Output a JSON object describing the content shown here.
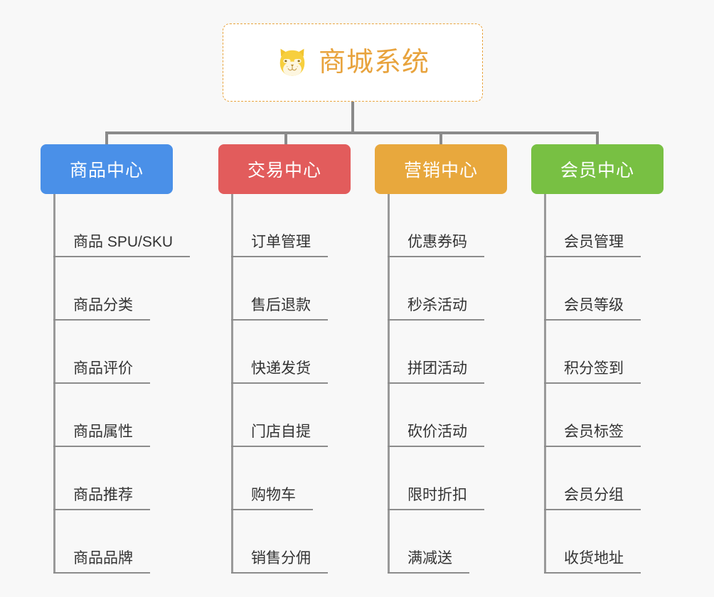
{
  "root": {
    "title": "商城系统",
    "icon": "shiba-dog-icon",
    "border_color": "#e8a33d",
    "text_color": "#e8a33d",
    "background": "#ffffff"
  },
  "canvas": {
    "background": "#f8f8f8",
    "connector_color": "#8a8a8a"
  },
  "branches": [
    {
      "label": "商品中心",
      "color": "#4a90e8",
      "width": 186,
      "leaves": [
        "商品 SPU/SKU",
        "商品分类",
        "商品评价",
        "商品属性",
        "商品推荐",
        "商品品牌"
      ]
    },
    {
      "label": "交易中心",
      "color": "#e25c5c",
      "width": 186,
      "leaves": [
        "订单管理",
        "售后退款",
        "快递发货",
        "门店自提",
        "购物车",
        "销售分佣"
      ]
    },
    {
      "label": "营销中心",
      "color": "#e8a83d",
      "width": 186,
      "leaves": [
        "优惠券码",
        "秒杀活动",
        "拼团活动",
        "砍价活动",
        "限时折扣",
        "满减送"
      ]
    },
    {
      "label": "会员中心",
      "color": "#78c043",
      "width": 186,
      "leaves": [
        "会员管理",
        "会员等级",
        "积分签到",
        "会员标签",
        "会员分组",
        "收货地址"
      ]
    }
  ]
}
